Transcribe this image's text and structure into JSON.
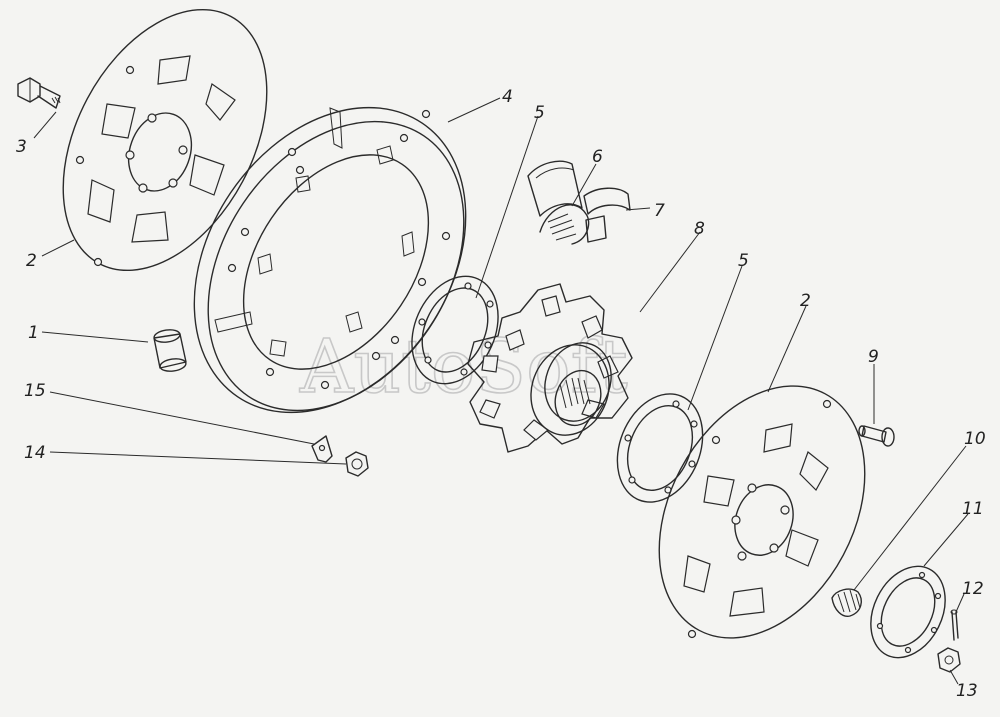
{
  "watermark": "AutoSoft",
  "callouts": {
    "c1": "1",
    "c2a": "2",
    "c2b": "2",
    "c3": "3",
    "c4": "4",
    "c5a": "5",
    "c5b": "5",
    "c6": "6",
    "c7": "7",
    "c8": "8",
    "c9": "9",
    "c10": "10",
    "c11": "11",
    "c12": "12",
    "c13": "13",
    "c14": "14",
    "c15": "15"
  }
}
